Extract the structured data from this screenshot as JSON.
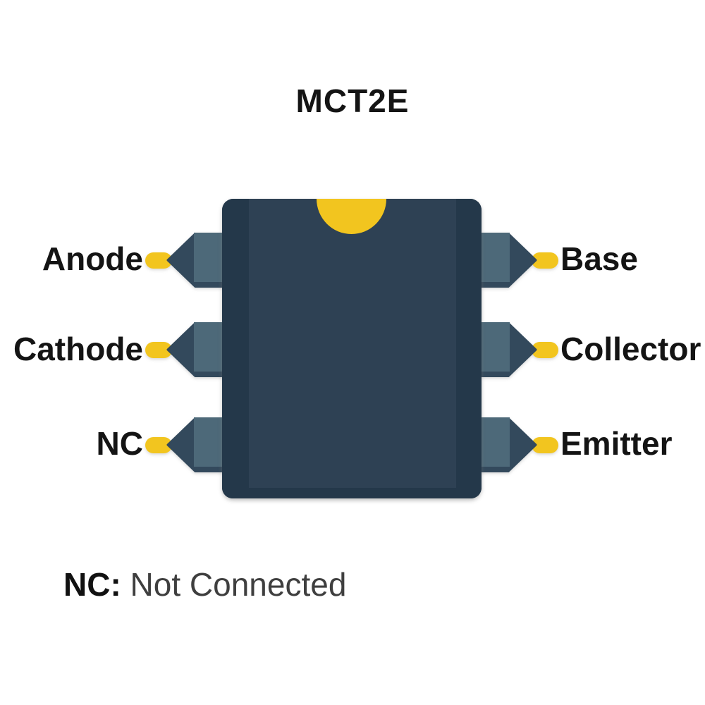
{
  "title": "MCT2E",
  "pins": {
    "left": [
      "Anode",
      "Cathode",
      "NC"
    ],
    "right": [
      "Base",
      "Collector",
      "Emitter"
    ]
  },
  "note": {
    "abbr": "NC:",
    "text": " Not Connected"
  },
  "icons": {
    "notch": "pin1-orientation-notch"
  },
  "colors": {
    "chip_body": "#2e4154",
    "chip_edge": "#24384a",
    "pin_dark": "#33495c",
    "pin_light": "#4d6979",
    "lead_yellow": "#f2c51f",
    "label_text": "#141414",
    "note_text": "#3f3f3f",
    "bg": "#ffffff"
  }
}
